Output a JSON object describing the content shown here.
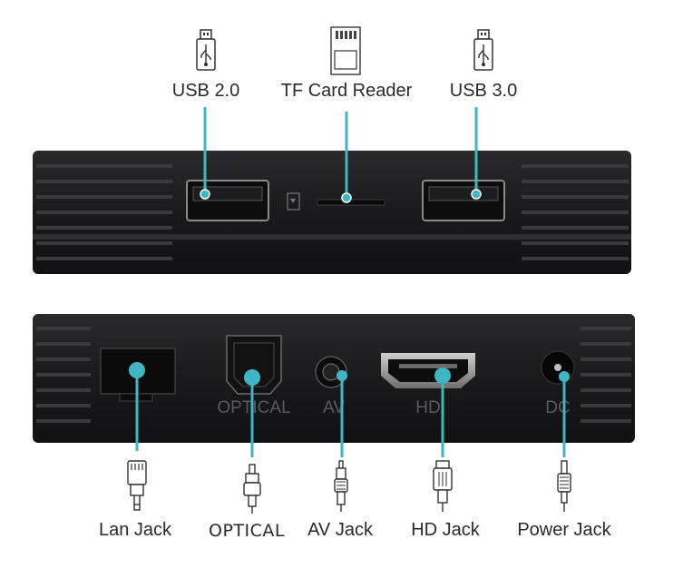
{
  "top_labels": {
    "usb2": "USB 2.0",
    "tf_card": "TF Card Reader",
    "usb3": "USB 3.0"
  },
  "bottom_labels": {
    "lan": "Lan Jack",
    "optical": "OPTICAL",
    "av": "AV Jack",
    "hd": "HD Jack",
    "power": "Power Jack"
  },
  "port_prints": {
    "optical": "OPTICAL",
    "av": "AV",
    "hd": "HD",
    "dc": "DC"
  },
  "colors": {
    "accent": "#3fb6c6",
    "box": "#1c1c1e",
    "box_edge": "#2b2b2e",
    "label": "#2a2a2a"
  },
  "icons": [
    "usb-icon",
    "sd-card-icon",
    "ethernet-plug-icon",
    "optical-plug-icon",
    "rca-plug-icon",
    "hdmi-plug-icon",
    "dc-plug-icon"
  ]
}
